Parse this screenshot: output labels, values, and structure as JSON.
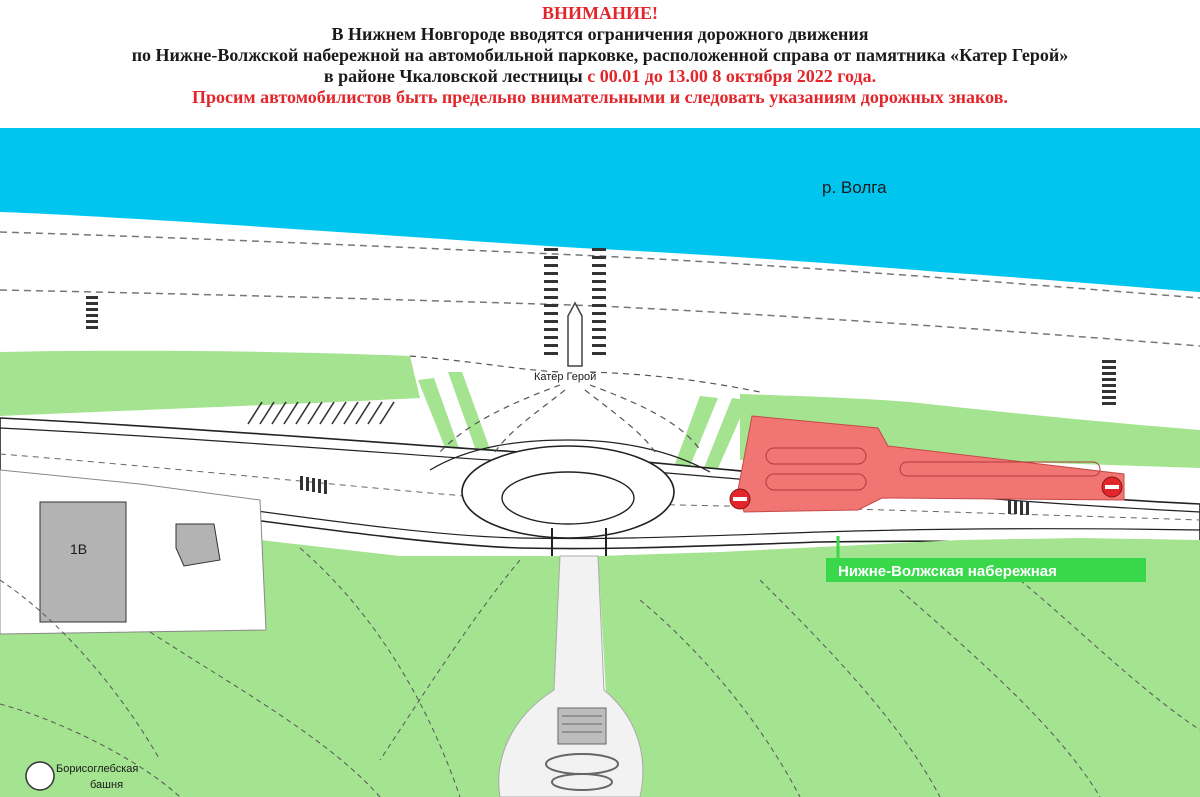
{
  "notice": {
    "title": "ВНИМАНИЕ!",
    "line1": "В Нижнем Новгороде вводятся ограничения дорожного движения",
    "line2": "по Нижне-Волжской набережной на автомобильной парковке, расположенной справа от памятника «Катер Герой»",
    "line3_black": "в районе Чкаловской лестницы ",
    "line3_red": "с 00.01 до 13.00 8 октября 2022 года.",
    "line4": "Просим автомобилистов быть предельно внимательными и следовать указаниям дорожных знаков."
  },
  "map": {
    "river_label": "р. Волга",
    "monument_label": "Катер Герой",
    "building_label": "1В",
    "street_label": "Нижне-Волжская набережная",
    "tower_label_line1": "Борисоглебская",
    "tower_label_line2": "башня",
    "colors": {
      "river": "#00c6ef",
      "green": "#a4e390",
      "restricted_zone": "#f07573",
      "no_entry_sign": "#e3262b",
      "street_label_bg": "#38d84a",
      "building": "#b3b3b3"
    }
  }
}
